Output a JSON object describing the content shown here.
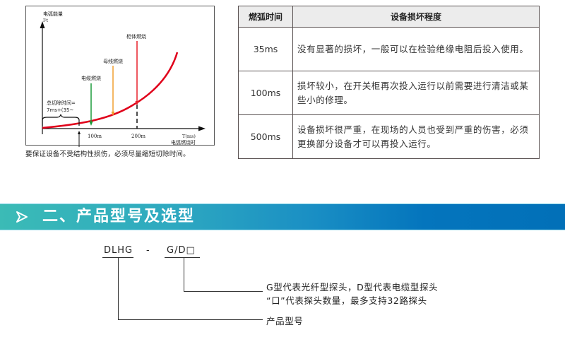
{
  "chart": {
    "y_axis_label": "电弧能量",
    "y_axis_unit": "I²t",
    "x_axis_label_unit": "T(ms)",
    "x_axis_label": "电弧燃烧时",
    "annotations": [
      {
        "label": "电缆燃烧",
        "color": "#1a9a3a"
      },
      {
        "label": "母线燃烧",
        "color": "#f0a030"
      },
      {
        "label": "柜体燃烧",
        "color": "#e8202a"
      }
    ],
    "brace_label_line1": "总切除时间=",
    "brace_label_line2": "7ms+(35~",
    "tick_100": "100m",
    "tick_200": "200m",
    "curve_color": "#e0001a",
    "caption": "要保证设备不受结构性损伤，必须尽量缩短切除时间。"
  },
  "chart_data": {
    "type": "line",
    "title": "",
    "xlabel": "T(ms) 电弧燃烧时",
    "ylabel": "电弧能量 I²t",
    "x_ticks": [
      "100m",
      "200m"
    ],
    "series": [
      {
        "name": "电弧能量曲线",
        "shape": "exponential growth"
      }
    ],
    "annotations": [
      {
        "label": "电缆燃烧",
        "x_approx": 100
      },
      {
        "label": "母线燃烧",
        "x_approx": 150
      },
      {
        "label": "柜体燃烧",
        "x_approx": 200
      },
      {
        "label": "总切除时间=7ms+(35~",
        "x_range": [
          0,
          50
        ]
      }
    ]
  },
  "table": {
    "headers": [
      "燃弧时间",
      "设备损坏程度"
    ],
    "rows": [
      {
        "time": "35ms",
        "desc": "没有显著的损坏，一般可以在检验绝缘电阻后投入使用。"
      },
      {
        "time": "100ms",
        "desc": "损坏较小，在开关柜再次投入运行以前需要进行清洁或某些小的修理。"
      },
      {
        "time": "500ms",
        "desc": "设备损坏很严重，在现场的人员也受到严重的伤害，必须更换部分设备才可以再投入运行。"
      }
    ]
  },
  "section": {
    "icon": "arrow-right-icon",
    "title": "二、产品型号及选型"
  },
  "model": {
    "prefix": "DLHG",
    "dash": "-",
    "suffix": "G/D□",
    "desc_suffix_line1": "G型代表光纤型探头，D型代表电缆型探头",
    "desc_suffix_line2": "“口”代表探头数量，最多支持32路探头",
    "desc_prefix": "产品型号"
  }
}
